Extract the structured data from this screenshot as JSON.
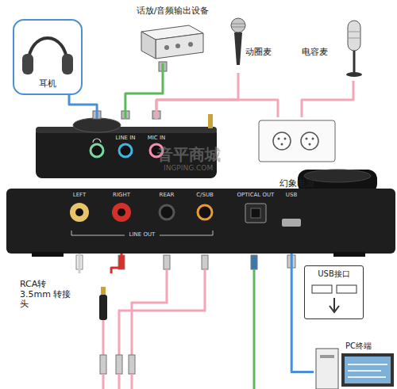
{
  "diagram": {
    "nodes": [
      {
        "text": [
          "耳机"
        ]
      },
      {
        "text": [
          "话放/音频输出设备"
        ]
      },
      {
        "text": [
          "动圈麦"
        ]
      },
      {
        "text": [
          "电容麦"
        ]
      },
      {
        "text": [
          "幻象电源"
        ]
      },
      {
        "text": [
          "LINE IN",
          "MIC IN"
        ]
      },
      {
        "text": [
          "LEFT",
          "RIGHT",
          "REAR",
          "C/SUB",
          "OPTICAL OUT",
          "USB",
          "LINE OUT"
        ]
      },
      {
        "text": [
          "RCA转3.5mm 转接头"
        ]
      },
      {
        "text": [
          "USB接口"
        ]
      },
      {
        "text": [
          "PC终端"
        ]
      }
    ],
    "edges": [
      {
        "from": 0,
        "to": 5,
        "arrow": "none"
      },
      {
        "from": 1,
        "to": 5,
        "arrow": "none"
      },
      {
        "from": 2,
        "to": 5,
        "arrow": "none"
      },
      {
        "from": 3,
        "to": 4,
        "arrow": "none"
      },
      {
        "from": 4,
        "to": 5,
        "arrow": "none"
      },
      {
        "from": 6,
        "to": 7,
        "arrow": "none"
      },
      {
        "from": 6,
        "to": 7,
        "arrow": "none"
      },
      {
        "from": 6,
        "to": 9,
        "arrow": "none"
      }
    ],
    "labels": [
      "音平商城",
      "INGPING.COM"
    ]
  }
}
